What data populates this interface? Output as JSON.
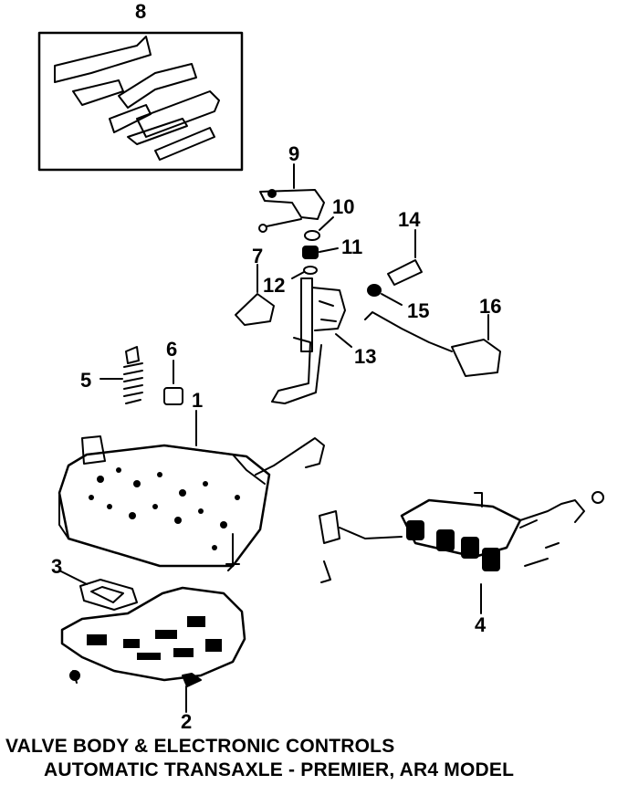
{
  "callouts": {
    "c1": "1",
    "c2": "2",
    "c3": "3",
    "c4": "4",
    "c5": "5",
    "c6": "6",
    "c7": "7",
    "c8": "8",
    "c9": "9",
    "c10": "10",
    "c11": "11",
    "c12": "12",
    "c13": "13",
    "c14": "14",
    "c15": "15",
    "c16": "16"
  },
  "caption": {
    "line1": "VALVE BODY & ELECTRONIC CONTROLS",
    "line2": "AUTOMATIC TRANSAXLE - PREMIER, AR4 MODEL"
  },
  "colors": {
    "ink": "#000000",
    "paper": "#ffffff"
  }
}
